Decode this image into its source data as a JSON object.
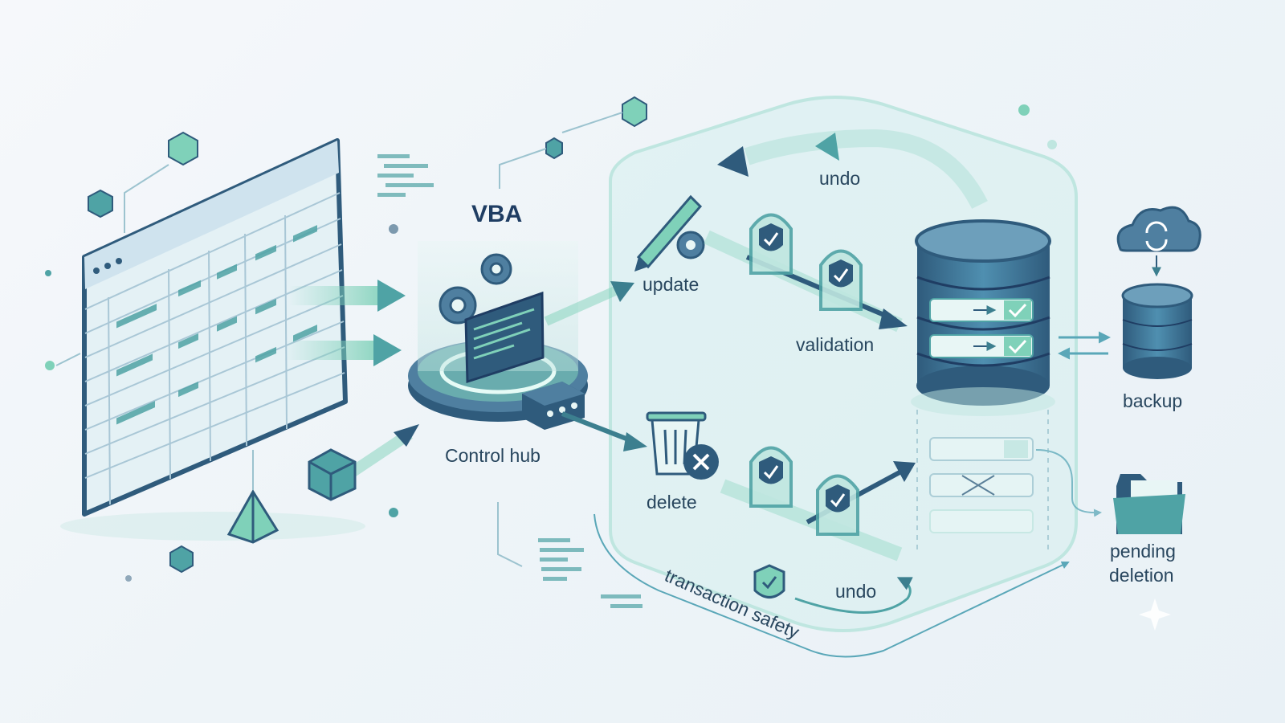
{
  "diagram": {
    "hub_title": "VBA",
    "hub_label": "Control hub",
    "update_label": "update",
    "delete_label": "delete",
    "validation_label": "validation",
    "undo_top_label": "undo",
    "undo_bottom_label": "undo",
    "safety_label": "transaction safety",
    "backup_label": "backup",
    "pending_line1": "pending",
    "pending_line2": "deletion"
  },
  "colors": {
    "navy": "#2f5b7c",
    "teal": "#4fa3a5",
    "mint": "#7fd1b9",
    "light_teal": "#bfe6e0",
    "text": "#28465e",
    "accent": "#3c7f8f"
  },
  "icons": [
    "spreadsheet-icon",
    "gear-icon",
    "monitor-icon",
    "pencil-icon",
    "trash-icon",
    "shield-check-icon",
    "database-icon",
    "cloud-sync-icon",
    "folder-icon",
    "cube-icon",
    "pyramid-icon"
  ]
}
